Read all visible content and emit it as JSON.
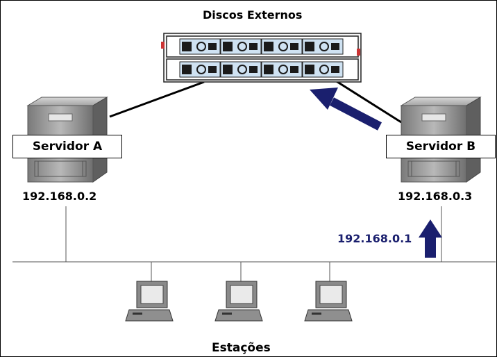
{
  "diagram": {
    "storage_label": "Discos Externos",
    "server_a": {
      "name": "Servidor A",
      "ip": "192.168.0.2"
    },
    "server_b": {
      "name": "Servidor B",
      "ip": "192.168.0.3"
    },
    "virtual_ip": "192.168.0.1",
    "stations_label": "Estações",
    "arrow_color": "#1a1f6e"
  }
}
